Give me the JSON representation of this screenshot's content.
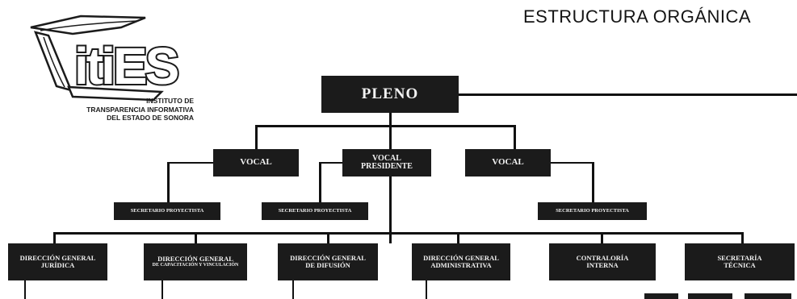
{
  "title": "ESTRUCTURA ORGÁNICA",
  "logo": {
    "wordmark": "itiES",
    "caption_lines": [
      "INSTITUTO DE",
      "TRANSPARENCIA INFORMATIVA",
      "DEL ESTADO DE SONORA"
    ]
  },
  "nodes": {
    "pleno": "PLENO",
    "vocal_left": "VOCAL",
    "vocal_president_line1": "VOCAL",
    "vocal_president_line2": "PRESIDENTE",
    "vocal_right": "VOCAL",
    "sec_left": "SECRETARIO PROYECTISTA",
    "sec_center": "SECRETARIO PROYECTISTA",
    "sec_right": "SECRETARIO PROYECTISTA"
  },
  "directions": [
    {
      "line1": "DIRECCIÓN GENERAL",
      "line2": "JURÍDICA"
    },
    {
      "line1": "DIRECCIÓN GENERAL",
      "line2": "DE CAPACITACIÓN Y VINCULACIÓN"
    },
    {
      "line1": "DIRECCIÓN GENERAL",
      "line2": "DE DIFUSIÓN"
    },
    {
      "line1": "DIRECCIÓN GENERAL",
      "line2": "ADMINISTRATIVA"
    },
    {
      "line1": "CONTRALORÍA",
      "line2": "INTERNA"
    },
    {
      "line1": "SECRETARÍA",
      "line2": "TÉCNICA"
    }
  ],
  "colors": {
    "box": "#1b1b1b",
    "text": "#f2f2f2",
    "line": "#111111"
  }
}
